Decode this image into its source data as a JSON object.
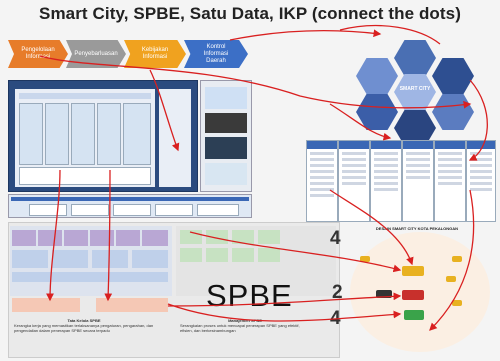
{
  "title": "Smart City, SPBE, Satu Data, IKP (connect the dots)",
  "chevrons": [
    {
      "label": "Pengelolaan Informasi",
      "color": "#e77c2a"
    },
    {
      "label": "Penyebarluasan",
      "color": "#9a9a9a"
    },
    {
      "label": "Kebijakan Informasi",
      "color": "#f0a21f"
    },
    {
      "label": "Kontrol Informasi Daerah",
      "color": "#3c6fc6"
    }
  ],
  "spbe": {
    "big_label": "SPBE",
    "cards": [
      {
        "label": "Tata Kelola SPBE",
        "text": "Kerangka kerja yang memastikan terlaksananya pengaturan, pengarahan, dan pengendalian dalam penerapan SPBE secara terpadu"
      },
      {
        "label": "Manajemen SPBE",
        "text": "Serangkaian proses untuk mencapai penerapan SPBE yang efektif, efisien, dan berkesinambungan"
      }
    ]
  },
  "smart_city": {
    "center_label": "SMART CITY",
    "hex_colors": [
      "#4a6fb3",
      "#6f8fd0",
      "#2e4f91",
      "#9fb6e4",
      "#3b5ea8",
      "#5b7cc0",
      "#2a4580"
    ]
  },
  "smart_city_model": {
    "title": "DESAIN SMART CITY KOTA PEKALONGAN"
  },
  "callouts": [
    "4",
    "2",
    "4"
  ],
  "colors": {
    "arrow": "#d92020",
    "tableHead": "#3a67b5",
    "spbeBg": "#eaeaea"
  }
}
